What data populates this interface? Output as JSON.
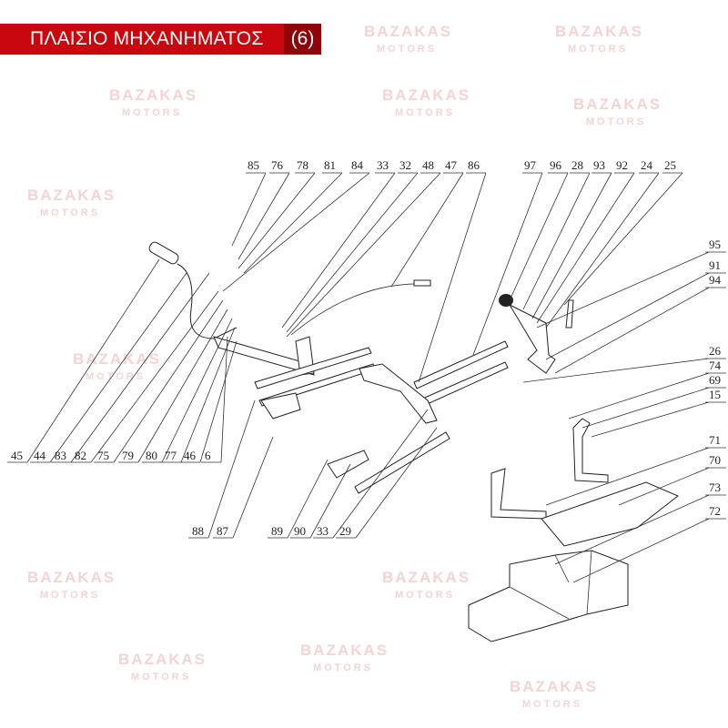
{
  "header": {
    "title": "ΠΛΑΙΣΙΟ ΜΗΧΑΝΗΜΑΤΟΣ",
    "number": "(6)"
  },
  "watermark": {
    "line1": "BAZAKAS",
    "line2": "MOTORS"
  },
  "colors": {
    "banner": "#c8070e",
    "banner_dark": "#8e0409",
    "watermark": "#f3c9c9"
  },
  "labels": {
    "top": [
      "85",
      "76",
      "78",
      "81",
      "84",
      "33",
      "32",
      "48",
      "47",
      "86",
      "97",
      "96",
      "28",
      "93",
      "92",
      "24",
      "25"
    ],
    "right": [
      "95",
      "91",
      "94",
      "26",
      "74",
      "69",
      "15",
      "71",
      "70",
      "73",
      "72"
    ],
    "bottom_left": [
      "45",
      "44",
      "83",
      "82",
      "75",
      "79",
      "80",
      "77",
      "46",
      "6"
    ],
    "bottom_mid": [
      "88",
      "87",
      "89",
      "90",
      "33",
      "29"
    ]
  }
}
